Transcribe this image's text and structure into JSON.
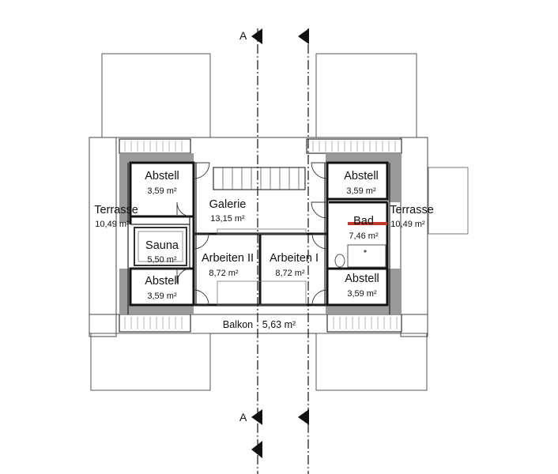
{
  "section_marker": "A",
  "rooms": {
    "abstell_tl": {
      "name": "Abstell",
      "area": "3,59 m²"
    },
    "galerie": {
      "name": "Galerie",
      "area": "13,15 m²"
    },
    "abstell_tr": {
      "name": "Abstell",
      "area": "3,59 m²"
    },
    "terrasse_l": {
      "name": "Terrasse",
      "area": "10,49 m²"
    },
    "bad": {
      "name": "Bad",
      "area": "7,46 m²"
    },
    "terrasse_r": {
      "name": "Terrasse",
      "area": "10,49 m²"
    },
    "sauna": {
      "name": "Sauna",
      "area": "5,50 m²"
    },
    "arbeiten_2": {
      "name": "Arbeiten II",
      "area": "8,72 m²"
    },
    "arbeiten_1": {
      "name": "Arbeiten I",
      "area": "8,72 m²"
    },
    "abstell_bl": {
      "name": "Abstell",
      "area": "3,59 m²"
    },
    "abstell_br": {
      "name": "Abstell",
      "area": "3,59 m²"
    },
    "balkon": {
      "name": "Balkon",
      "area": "5,63 m²"
    }
  },
  "colors": {
    "wall": "#111111",
    "slope": "#9a9a9a",
    "accent": "#c0392b"
  }
}
